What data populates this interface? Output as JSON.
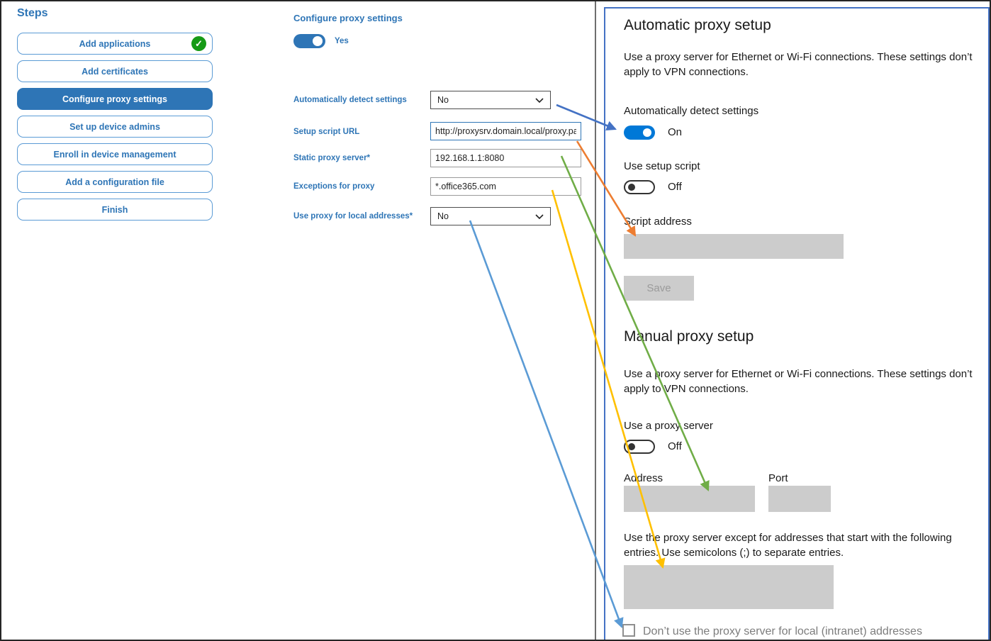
{
  "colors": {
    "accent_blue": "#2e75b6",
    "light_blue_border": "#5b9bd5",
    "win_toggle_blue": "#0078d7",
    "panel_border": "#4472c4",
    "gray_fill": "#cccccc",
    "check_green": "#169a16",
    "arrow_blue": "#4472c4",
    "arrow_orange": "#ed7d31",
    "arrow_green": "#70ad47",
    "arrow_yellow": "#ffc000",
    "arrow_lightblue": "#5b9bd5"
  },
  "steps": {
    "title": "Steps",
    "items": [
      {
        "label": "Add applications",
        "completed": true
      },
      {
        "label": "Add certificates"
      },
      {
        "label": "Configure proxy settings",
        "selected": true
      },
      {
        "label": "Set up device admins"
      },
      {
        "label": "Enroll in device management"
      },
      {
        "label": "Add a configuration file"
      },
      {
        "label": "Finish"
      }
    ]
  },
  "form": {
    "title": "Configure proxy settings",
    "enabled_toggle": {
      "state": "on",
      "label": "Yes"
    },
    "fields": [
      {
        "label": "Automatically detect settings",
        "type": "select",
        "value": "No"
      },
      {
        "label": "Setup script URL",
        "type": "text",
        "value": "http://proxysrv.domain.local/proxy.pa"
      },
      {
        "label": "Static proxy server*",
        "type": "text",
        "value": "192.168.1.1:8080"
      },
      {
        "label": "Exceptions for proxy",
        "type": "text",
        "value": "*.office365.com"
      },
      {
        "label": "Use proxy for local addresses*",
        "type": "select",
        "value": "No"
      }
    ]
  },
  "settings_panel": {
    "automatic": {
      "heading": "Automatic proxy setup",
      "description": "Use a proxy server for Ethernet or Wi-Fi connections. These settings don’t apply to VPN connections.",
      "detect_label": "Automatically detect settings",
      "detect_state": "On",
      "script_label": "Use setup script",
      "script_state": "Off",
      "script_address_label": "Script address",
      "save_label": "Save"
    },
    "manual": {
      "heading": "Manual proxy setup",
      "description": "Use a proxy server for Ethernet or Wi-Fi connections. These settings don’t apply to VPN connections.",
      "use_proxy_label": "Use a proxy server",
      "use_proxy_state": "Off",
      "address_label": "Address",
      "port_label": "Port",
      "exceptions_hint": "Use the proxy server except for addresses that start with the following entries. Use semicolons (;) to separate entries.",
      "local_checkbox_label": "Don’t use the proxy server for local (intranet) addresses"
    }
  }
}
